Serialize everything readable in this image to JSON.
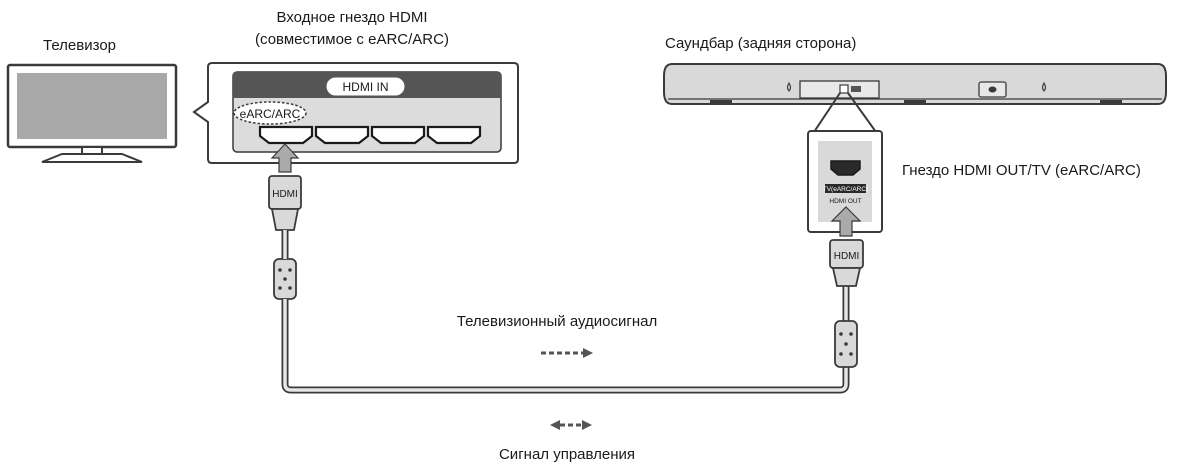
{
  "labels": {
    "tv": "Телевизор",
    "hdmi_in_line1": "Входное гнездо HDMI",
    "hdmi_in_line2": "(совместимое с eARC/ARC)",
    "soundbar": "Саундбар (задняя сторона)",
    "hdmi_out_tv": "Гнездо HDMI OUT/TV (eARC/ARC)",
    "tv_audio_signal": "Телевизионный аудиосигнал",
    "control_signal": "Сигнал управления"
  },
  "panel": {
    "header": "HDMI IN",
    "earc_tag": "eARC/ARC"
  },
  "connector_labels": {
    "plug_tv": "HDMI",
    "plug_soundbar": "HDMI",
    "jack_line1": "TV(eARC/ARC)",
    "jack_line2": "HDMI OUT"
  },
  "colors": {
    "line": "#3a3a3a",
    "fill_gray": "#d9d9d9",
    "dark": "#555555",
    "screen": "#a8a8a8"
  }
}
